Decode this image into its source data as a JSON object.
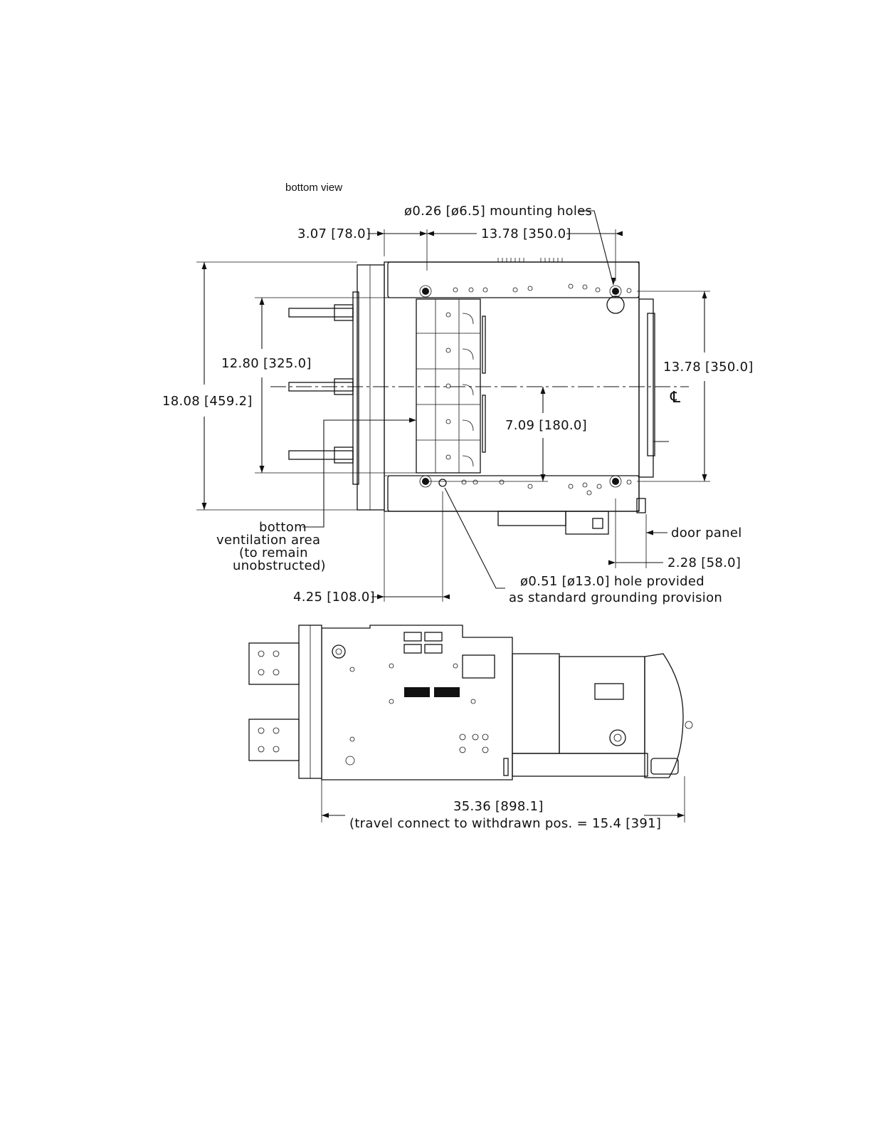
{
  "view_title": "bottom view",
  "dimensions": {
    "mounting_holes": "ø0.26 [ø6.5] mounting holes",
    "front_offset": "3.07 [78.0]",
    "hole_spacing_x": "13.78 [350.0]",
    "overall_height": "18.08 [459.2]",
    "inner_height": "12.80 [325.0]",
    "hole_spacing_y": "13.78 [350.0]",
    "centerline_symbol": "℄",
    "centerline_offset": "7.09 [180.0]",
    "ground_offset": "4.25 [108.0]",
    "door_offset": "2.28 [58.0]",
    "overall_length": "35.36 [898.1]",
    "travel_note": "(travel connect to withdrawn pos. = 15.4 [391]"
  },
  "notes": {
    "ventilation": [
      "bottom",
      "ventilation  area",
      "(to  remain",
      "unobstructed)"
    ],
    "door_panel": "door  panel",
    "grounding": [
      "ø0.51 [ø13.0] hole provided",
      "as standard grounding provision"
    ]
  }
}
